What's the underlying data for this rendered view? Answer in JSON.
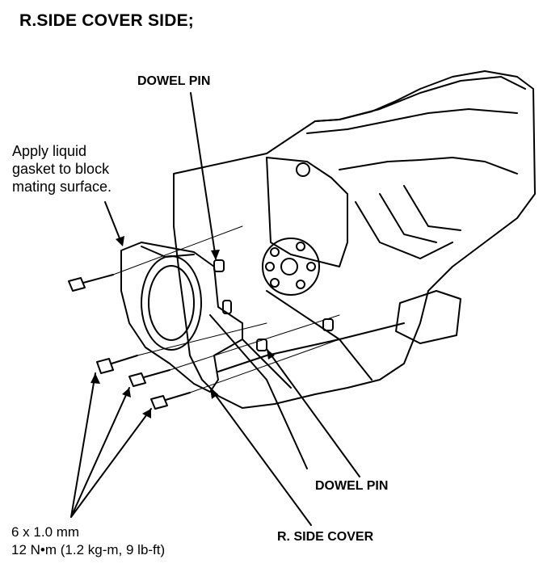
{
  "title": "R.SIDE COVER SIDE;",
  "labels": {
    "dowel_pin_top": "DOWEL PIN",
    "dowel_pin_bottom": "DOWEL PIN",
    "r_side_cover": "R. SIDE COVER",
    "note_line1": "Apply liquid",
    "note_line2": "gasket to block",
    "note_line3": "mating surface.",
    "spec_line1": "6 x 1.0 mm",
    "spec_line2": "12 N•m (1.2 kg-m, 9 lb-ft)"
  }
}
